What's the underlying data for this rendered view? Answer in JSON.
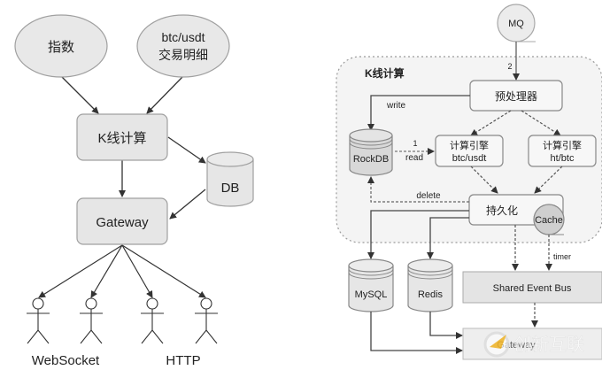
{
  "left_diagram": {
    "source_index": "指数",
    "source_trades_line1": "btc/usdt",
    "source_trades_line2": "交易明细",
    "kline": "K线计算",
    "db": "DB",
    "gateway": "Gateway",
    "client_label_ws": "WebSocket",
    "client_label_http": "HTTP",
    "client_count": 4
  },
  "right_diagram": {
    "mq": "MQ",
    "mq_edge_label": "2",
    "group_title": "K线计算",
    "preprocessor": "预处理器",
    "write_label": "write",
    "rockdb": "RockDB",
    "read_num": "1",
    "read_label": "read",
    "engine1_line1": "计算引擎",
    "engine1_line2": "btc/usdt",
    "engine2_line1": "计算引擎",
    "engine2_line2": "ht/btc",
    "delete_label": "delete",
    "persist": "持久化",
    "cache": "Cache",
    "timer_label": "timer",
    "mysql": "MySQL",
    "redis": "Redis",
    "event_bus": "Shared Event Bus",
    "gateway": "Gateway",
    "watermark": "创新互联"
  },
  "colors": {
    "node_fill": "#e6e6e6",
    "node_stroke": "#9a9a9a",
    "group_fill": "#f4f4f4",
    "edge": "#333333",
    "watermark_accent": "#f0b323"
  }
}
